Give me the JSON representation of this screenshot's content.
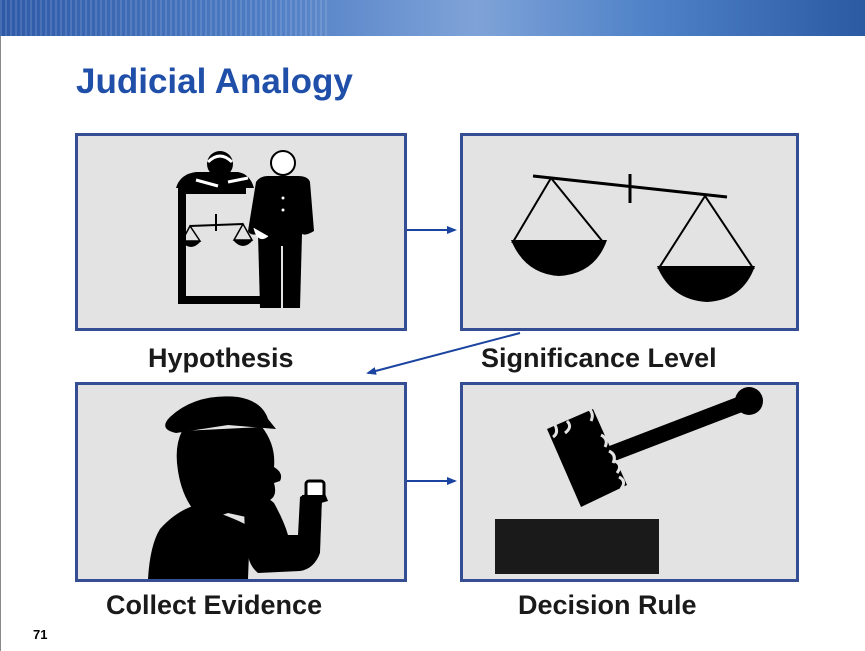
{
  "slide": {
    "title": "Judicial Analogy",
    "page_number": "71"
  },
  "panels": [
    {
      "caption": "Hypothesis",
      "icon": "judge-and-defendant-icon"
    },
    {
      "caption": "Significance Level",
      "icon": "balance-scale-icon"
    },
    {
      "caption": "Collect Evidence",
      "icon": "detective-silhouette-icon"
    },
    {
      "caption": "Decision Rule",
      "icon": "gavel-icon"
    }
  ],
  "colors": {
    "title": "#1f4fa8",
    "panel_border": "#354e93",
    "panel_fill": "#e3e3e3",
    "arrow": "#1a44a0",
    "banner": "#3b67b3"
  }
}
